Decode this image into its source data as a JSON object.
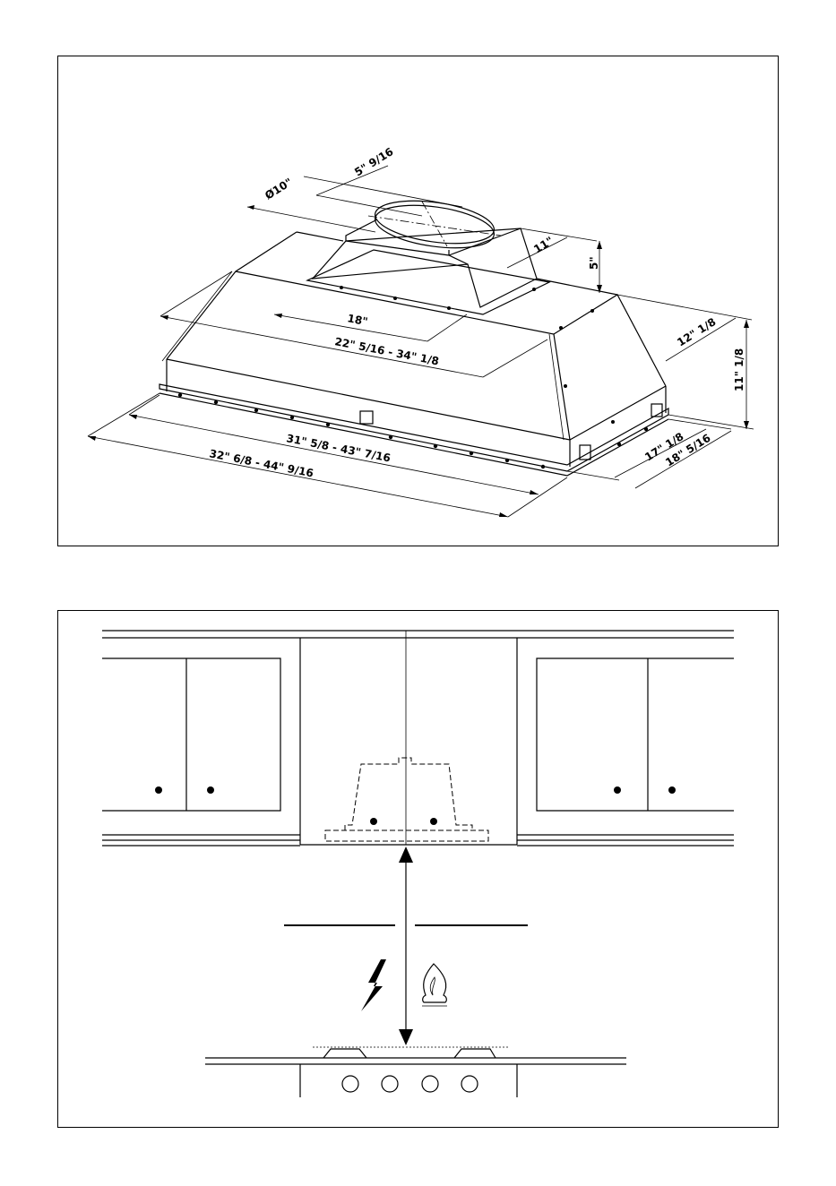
{
  "top_diagram": {
    "dimensions": {
      "duct_diameter": "Ø10\"",
      "duct_offset": "5\" 9/16",
      "collar_depth": "11\"",
      "collar_height": "5\"",
      "inner_width_18": "18\"",
      "upper_width": "22\" 5/16 - 34\" 1/8",
      "side_depth_upper": "12\" 1/8",
      "overall_height": "11\" 1/8",
      "lower_width": "31\" 5/8 - 43\" 7/16",
      "overall_width": "32\" 6/8 - 44\" 9/16",
      "depth_inner": "17\" 1/8",
      "depth_outer": "18\" 5/16"
    }
  },
  "bottom_diagram": {
    "icons": [
      "electric-bolt-icon",
      "gas-flame-icon"
    ]
  }
}
